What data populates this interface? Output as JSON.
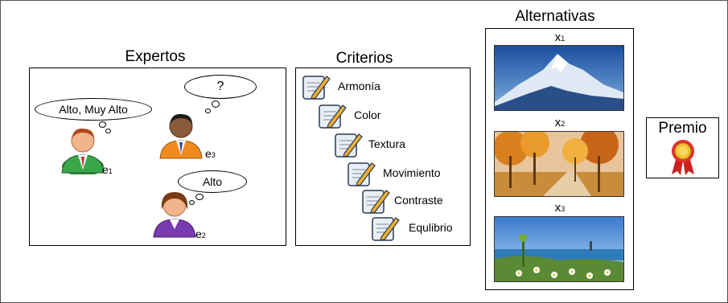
{
  "experts": {
    "title": "Expertos",
    "e1": {
      "label": "e",
      "sub": "1",
      "thought": "Alto, Muy Alto"
    },
    "e3": {
      "label": "e",
      "sub": "3",
      "thought": "?"
    },
    "e2": {
      "label": "e",
      "sub": "2",
      "thought": "Alto"
    }
  },
  "criteria": {
    "title": "Criterios",
    "items": [
      "Armonía",
      "Color",
      "Textura",
      "Movimiento",
      "Contraste",
      "Equlibrio"
    ]
  },
  "alternatives": {
    "title": "Alternativas",
    "items": [
      {
        "label": "x",
        "sub": "1",
        "image": "snowy-mountain-painting"
      },
      {
        "label": "x",
        "sub": "2",
        "image": "autumn-trees-painting"
      },
      {
        "label": "x",
        "sub": "3",
        "image": "coastal-flowers-painting"
      }
    ]
  },
  "prize": {
    "title": "Premio",
    "icon": "rosette-ribbon-icon"
  },
  "colors": {
    "frame": "#555555",
    "pencil": "#f0b030",
    "ribbon": "#cc1f1f"
  }
}
